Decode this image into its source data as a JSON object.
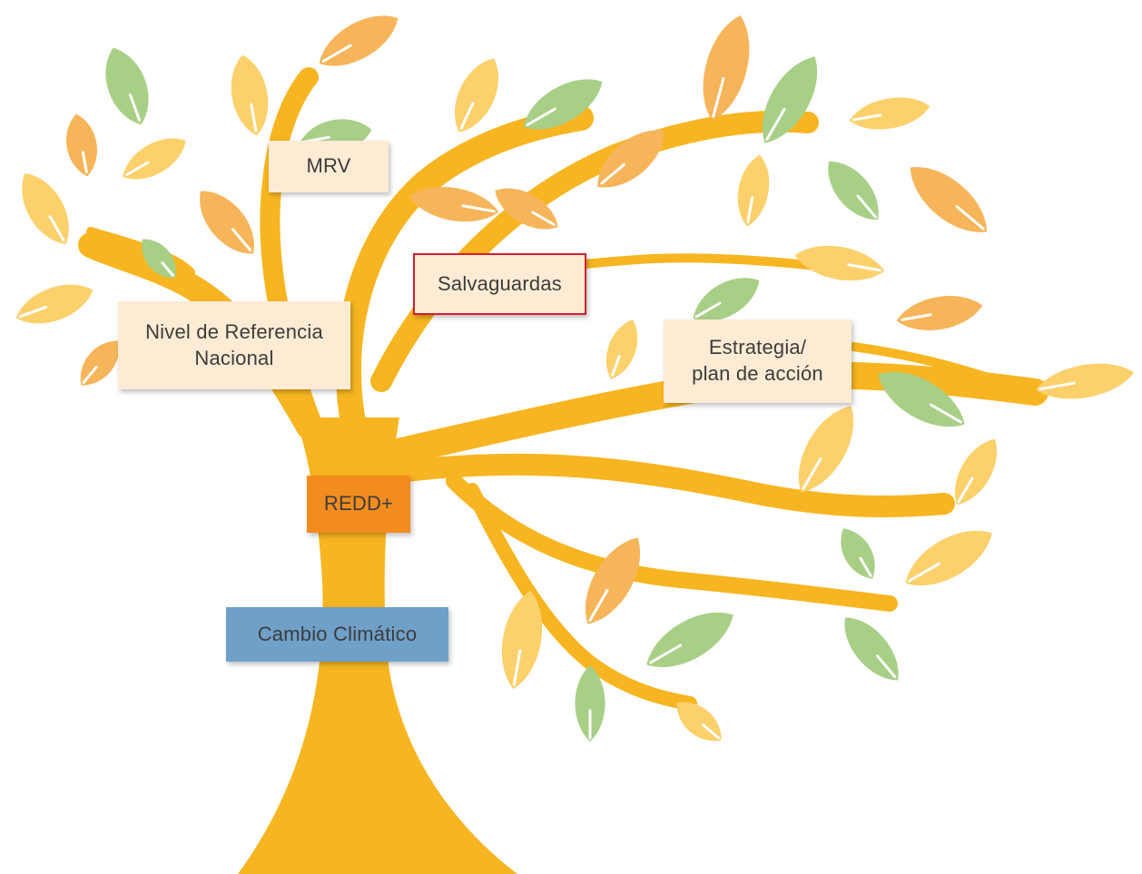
{
  "colors": {
    "trunk": "#F7B521",
    "label_bg": "#FDEBD4",
    "redd_bg": "#F28C1E",
    "cambio_bg": "#6FA0C8",
    "highlight_border": "#D2202D",
    "leaf_green": "#A8CF86",
    "leaf_orange": "#F6B55A",
    "leaf_yellow": "#FCD06B"
  },
  "labels": {
    "mrv": "MRV",
    "nivel": "Nivel de Referencia\nNacional",
    "salvaguardas": "Salvaguardas",
    "estrategia": "Estrategia/\nplan de acción",
    "redd": "REDD+",
    "cambio": "Cambio Climático"
  }
}
